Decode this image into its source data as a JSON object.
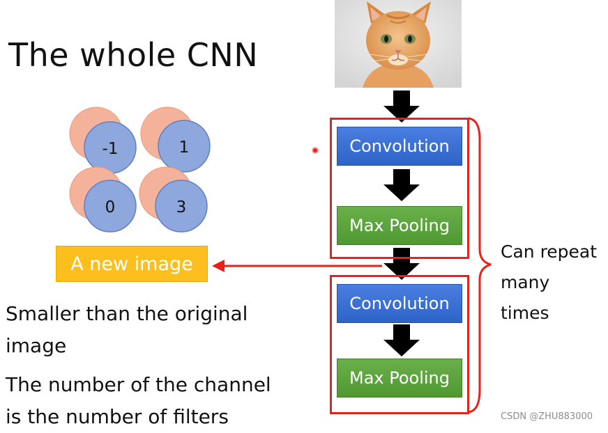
{
  "title": "The whole CNN",
  "feature_map_values": [
    "-1",
    "1",
    "0",
    "3"
  ],
  "new_image_label": "A new image",
  "notes": {
    "smaller": "Smaller than the original image",
    "channel": "The number of the channel is the number of filters"
  },
  "layers": [
    {
      "label": "Convolution"
    },
    {
      "label": "Max Pooling"
    },
    {
      "label": "Convolution"
    },
    {
      "label": "Max Pooling"
    }
  ],
  "repeat_label": "Can repeat many times",
  "watermark": "CSDN @ZHU883000",
  "colors": {
    "convolution": "#3a6fd6",
    "max_pooling": "#5ca43e",
    "new_image": "#fcbf1e",
    "frame": "#e8221b",
    "circle_front": "#8ea8de",
    "circle_back": "#f4b29a"
  },
  "image": {
    "subject": "kitten"
  }
}
